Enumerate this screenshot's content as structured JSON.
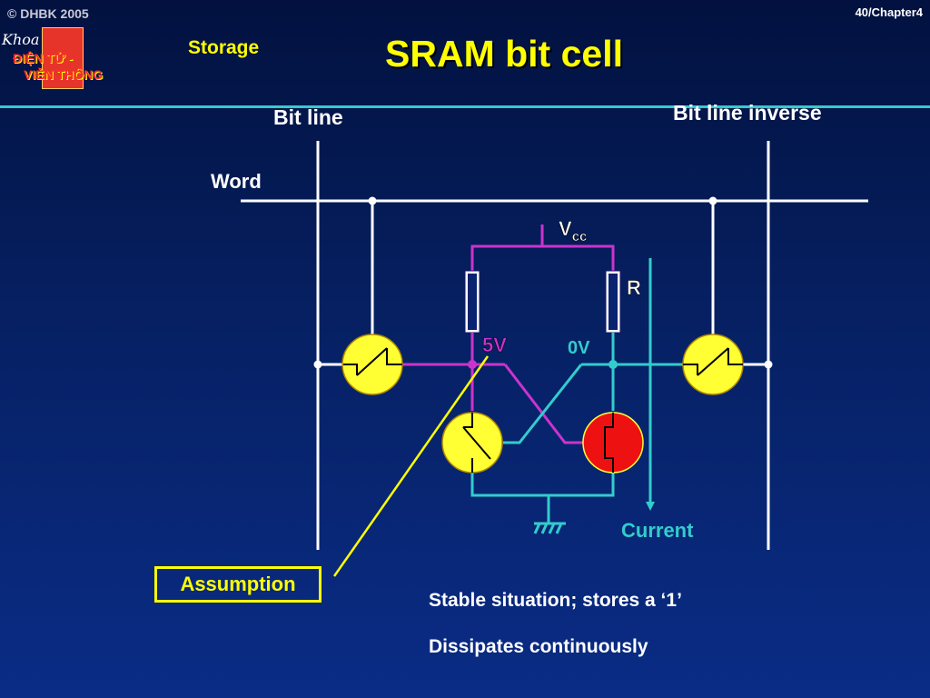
{
  "header": {
    "copyright": "© DHBK 2005",
    "page": "40/Chapter4",
    "section": "Storage",
    "title": "SRAM bit cell"
  },
  "logo": {
    "line1": "Khoa",
    "line2": "ĐIỆN TỬ -",
    "line3": "VIỄN THÔNG"
  },
  "diagram": {
    "bit_line_label": "Bit line",
    "bit_line_inverse_label": "Bit line inverse",
    "word_label": "Word",
    "vcc_label": "V",
    "vcc_subscript": "cc",
    "resistor_label": "R",
    "left_node_voltage": "5V",
    "right_node_voltage": "0V",
    "current_label": "Current",
    "colors": {
      "wire_white": "#ffffff",
      "wire_magenta": "#cc33cc",
      "wire_cyan": "#33cccc",
      "transistor_off": "#ffff33",
      "transistor_on": "#ee1111",
      "annotation": "#ffff00"
    }
  },
  "annotations": {
    "assumption": "Assumption",
    "caption_1": "Stable situation; stores a ‘1’",
    "caption_2": "Dissipates continuously"
  }
}
